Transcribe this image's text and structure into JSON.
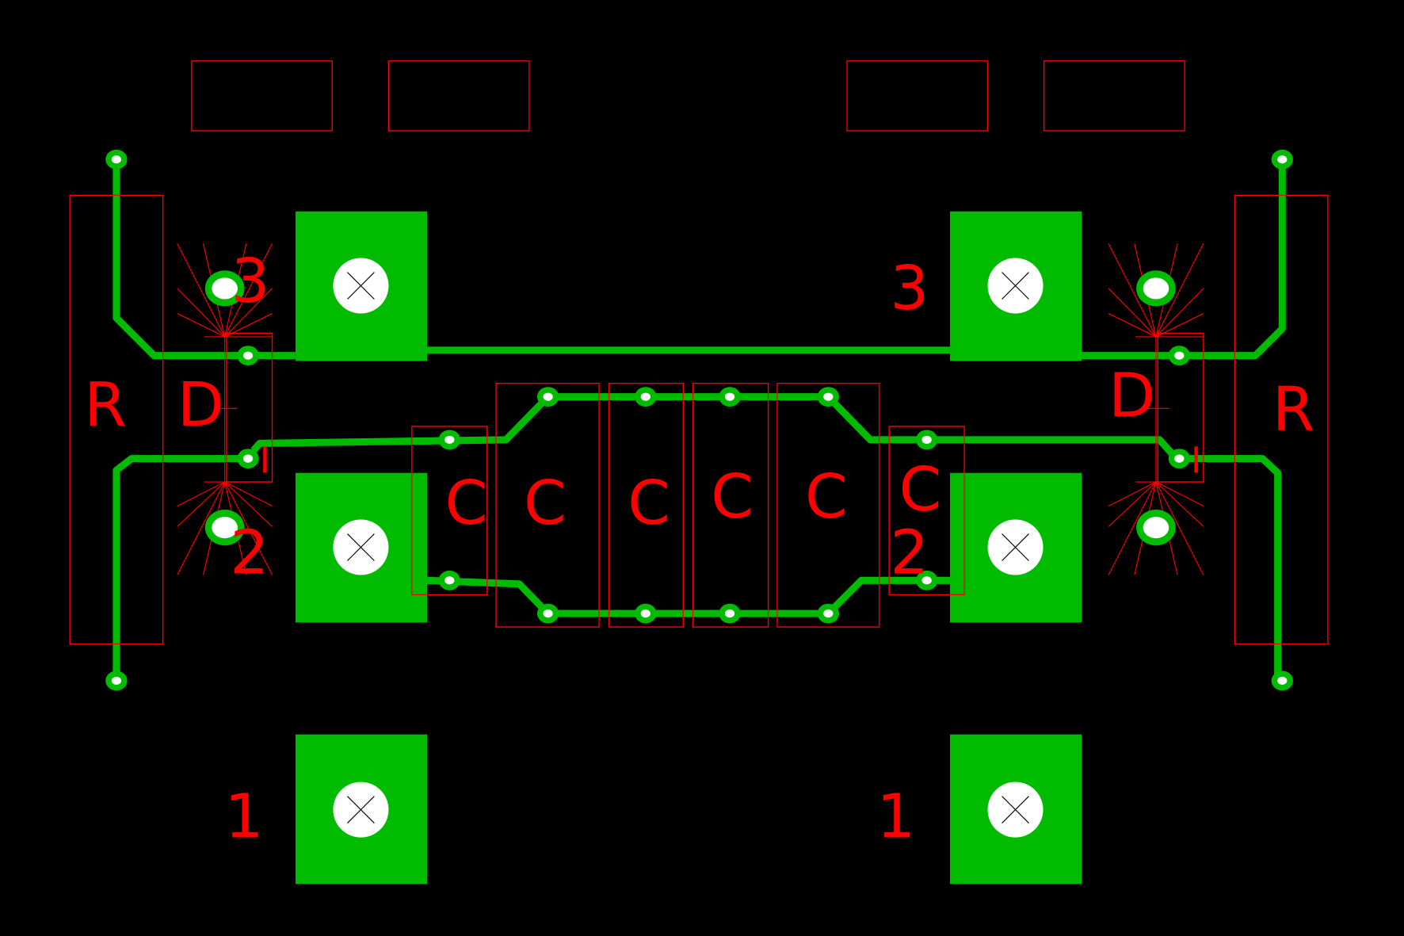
{
  "colors": {
    "background": "#000000",
    "copper": "#00bb00",
    "silkscreen": "#ff0000",
    "drill": "#ffffff"
  },
  "labels": {
    "r_left": "R",
    "r_right": "R",
    "d_left": "D",
    "d_right": "D",
    "d_pin_left": "I",
    "d_pin_right": "I",
    "pin3_left": "3",
    "pin3_right": "3",
    "pin2_left": "2",
    "pin2_right": "2",
    "pin1_left": "1",
    "pin1_right": "1",
    "caps": [
      "C",
      "C",
      "C",
      "C",
      "C",
      "C"
    ]
  }
}
